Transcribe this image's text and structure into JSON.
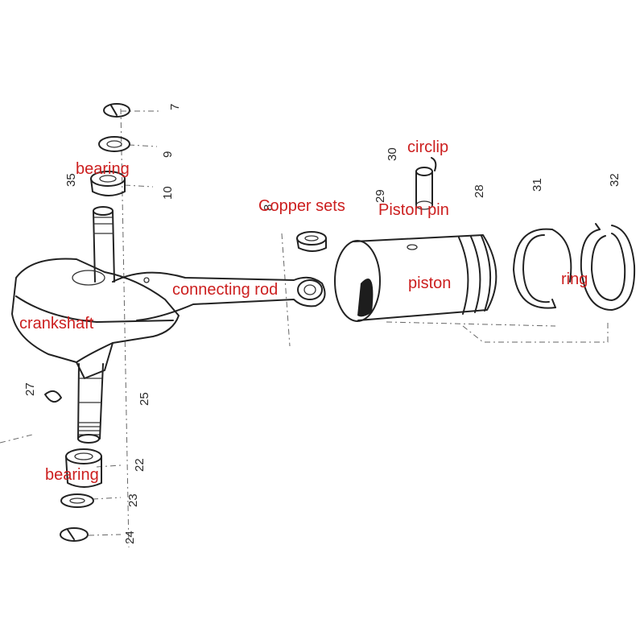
{
  "labels": {
    "bearing_top": "bearing",
    "bearing_bottom": "bearing",
    "copper_sets": "Copper sets",
    "connecting_rod": "connecting rod",
    "crankshaft": "crankshaft",
    "circlip": "circlip",
    "piston_pin": "Piston pin",
    "piston": "piston",
    "ring": "ring"
  },
  "part_numbers": {
    "n7": "7",
    "n9": "9",
    "n10": "10",
    "n35": "35",
    "n30": "30",
    "n29": "29",
    "n28": "28",
    "n31": "31",
    "n32": "32",
    "n27": "27",
    "n25": "25",
    "n22": "22",
    "n23": "23",
    "n24": "24",
    "n8": "8"
  },
  "colors": {
    "label": "#cc1f1f",
    "line": "#222222",
    "number": "#2a2a2a"
  }
}
